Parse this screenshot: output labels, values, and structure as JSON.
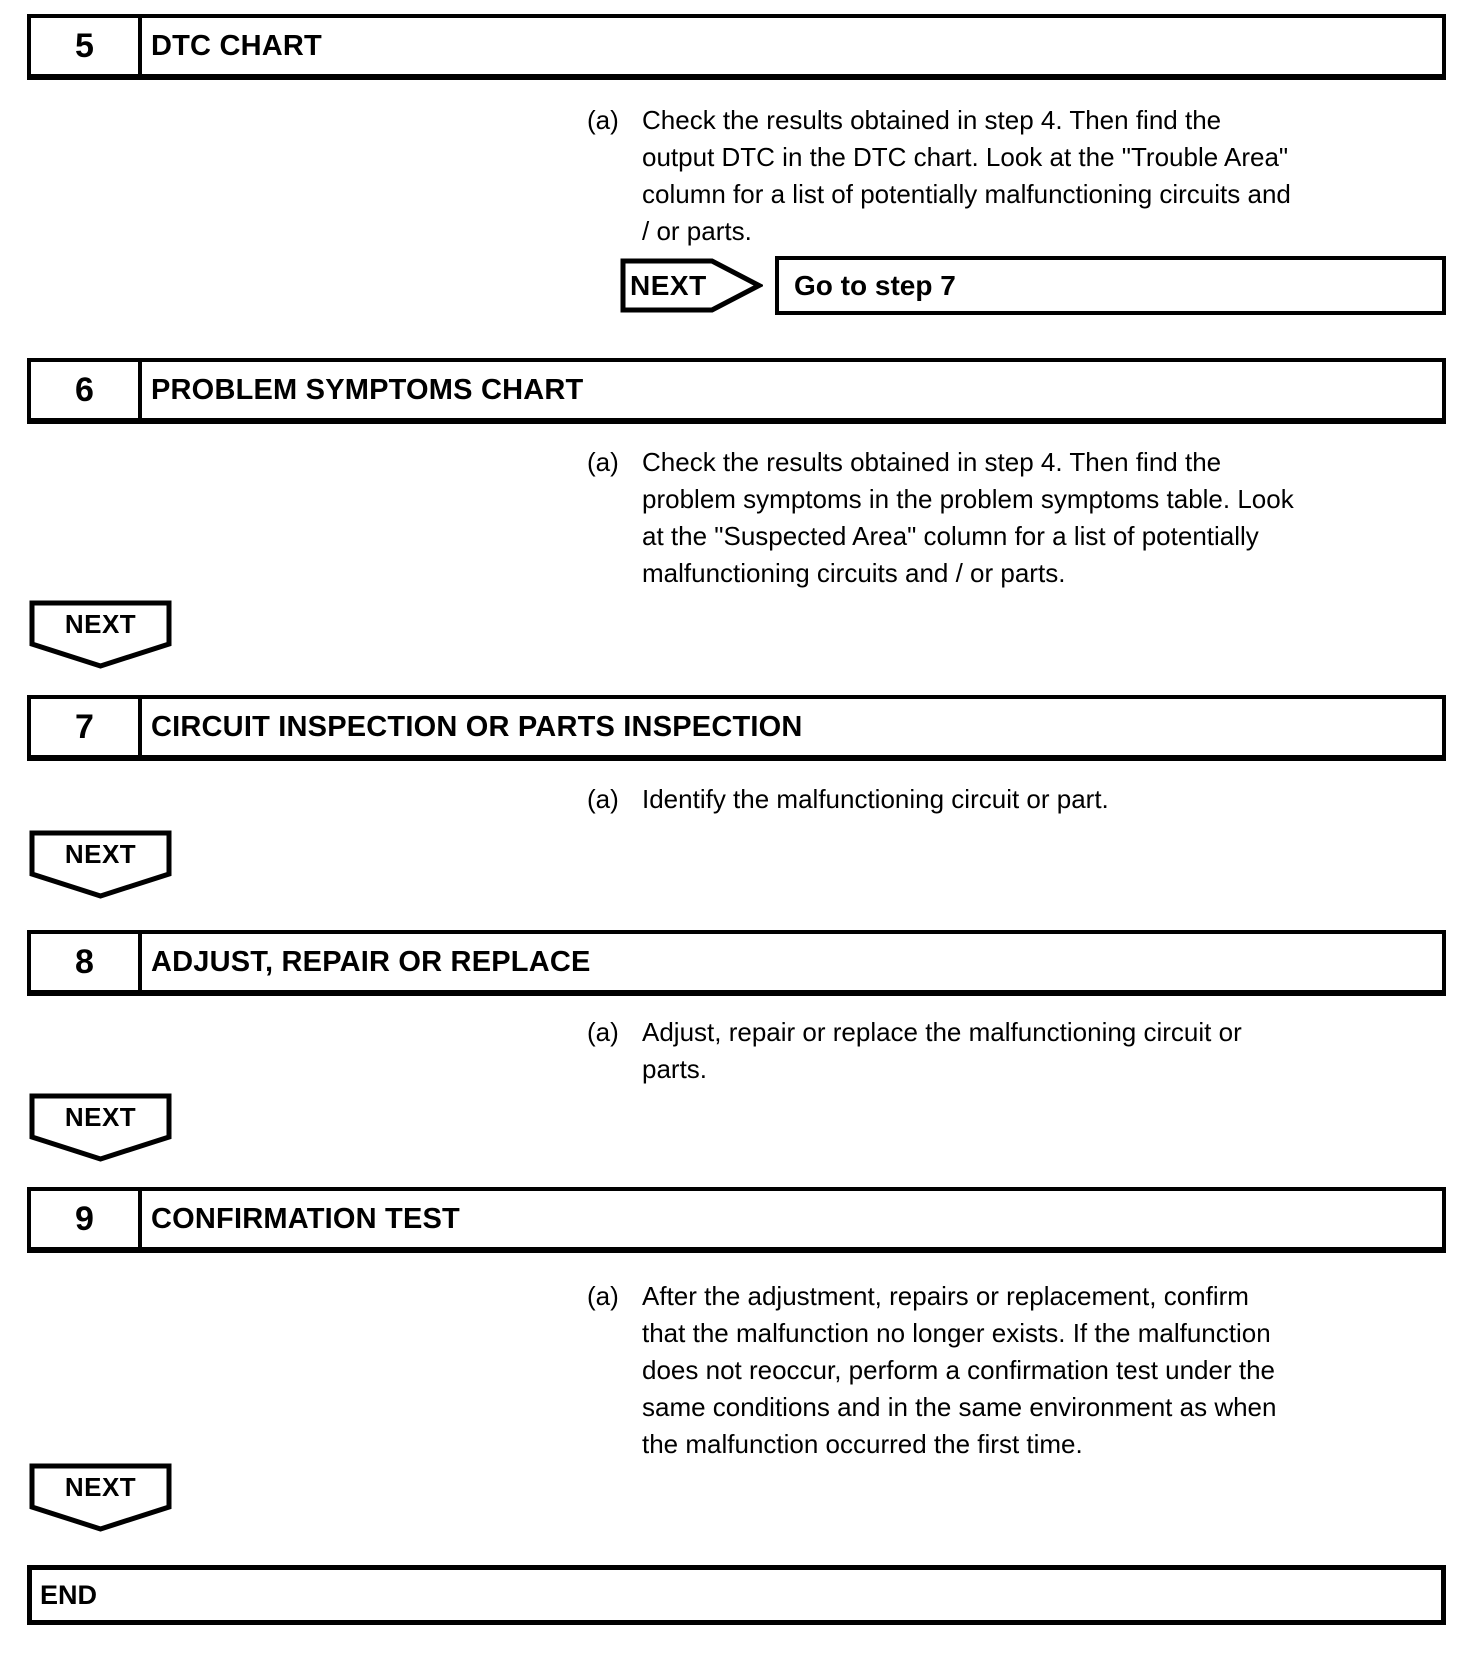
{
  "colors": {
    "ink": "#000000",
    "paper": "#ffffff"
  },
  "end_label": "END",
  "steps": [
    {
      "number": "5",
      "title": "DTC CHART",
      "item_marker": "(a)",
      "body": "Check the results obtained in step 4. Then find the\noutput DTC in the DTC chart. Look at the \"Trouble Area\"\ncolumn for a list of potentially malfunctioning circuits and\n/ or parts.",
      "next_label": "NEXT",
      "next_result": "Go to step 7"
    },
    {
      "number": "6",
      "title": "PROBLEM SYMPTOMS CHART",
      "item_marker": "(a)",
      "body": "Check the results obtained in step 4. Then find the\nproblem symptoms in the problem symptoms table. Look\nat the \"Suspected Area\" column for a list of potentially\nmalfunctioning circuits and / or parts.",
      "next_label": "NEXT"
    },
    {
      "number": "7",
      "title": "CIRCUIT INSPECTION OR PARTS INSPECTION",
      "item_marker": "(a)",
      "body": "Identify the malfunctioning circuit or part.",
      "next_label": "NEXT"
    },
    {
      "number": "8",
      "title": "ADJUST, REPAIR OR REPLACE",
      "item_marker": "(a)",
      "body": "Adjust, repair or replace the malfunctioning circuit or\nparts.",
      "next_label": "NEXT"
    },
    {
      "number": "9",
      "title": "CONFIRMATION TEST",
      "item_marker": "(a)",
      "body": "After the adjustment, repairs or replacement, confirm\nthat the malfunction no longer exists. If the malfunction\ndoes not reoccur, perform a confirmation test under the\nsame conditions and in the same environment as when\nthe malfunction occurred the first time.",
      "next_label": "NEXT"
    }
  ]
}
